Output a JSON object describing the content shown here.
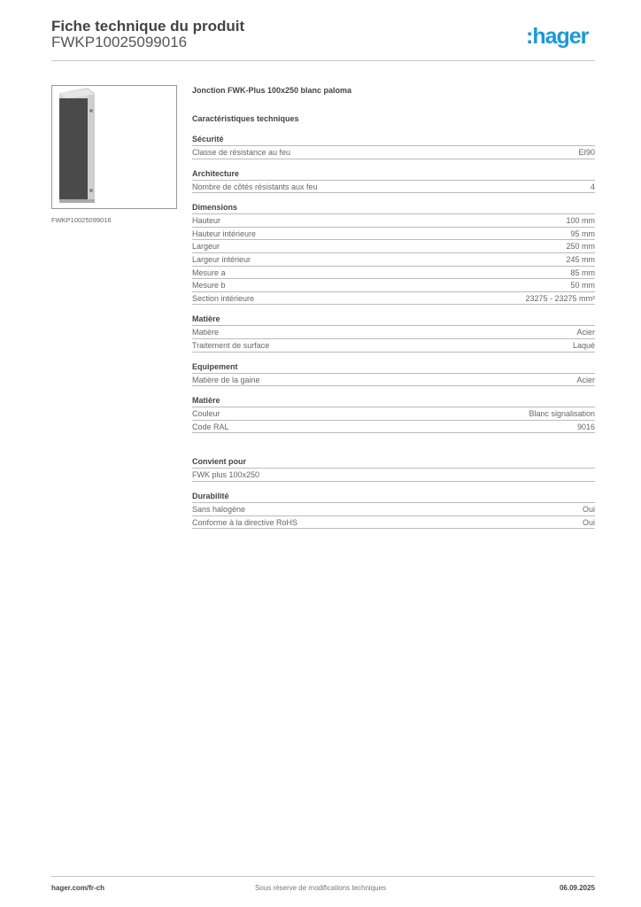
{
  "header": {
    "title": "Fiche technique du produit",
    "product_code": "FWKP10025099016",
    "logo_text": ":hager",
    "logo_color": "#1a9ad6"
  },
  "image": {
    "caption": "FWKP10025099016",
    "alt": "product-photo"
  },
  "product_name": "Jonction FWK-Plus 100x250 blanc paloma",
  "characteristics_title": "Caractéristiques techniques",
  "sections": [
    {
      "title": "Sécurité",
      "rows": [
        {
          "label": "Classe de résistance au feu",
          "value": "EI90"
        }
      ]
    },
    {
      "title": "Architecture",
      "rows": [
        {
          "label": "Nombre de côtés résistants aux feu",
          "value": "4"
        }
      ]
    },
    {
      "title": "Dimensions",
      "rows": [
        {
          "label": "Hauteur",
          "value": "100 mm"
        },
        {
          "label": "Hauteur intérieure",
          "value": "95 mm"
        },
        {
          "label": "Largeur",
          "value": "250 mm"
        },
        {
          "label": "Largeur intérieur",
          "value": "245 mm"
        },
        {
          "label": "Mesure a",
          "value": "85 mm"
        },
        {
          "label": "Mesure b",
          "value": "50 mm"
        },
        {
          "label": "Section intérieure",
          "value": "23275 - 23275 mm²"
        }
      ]
    },
    {
      "title": "Matière",
      "rows": [
        {
          "label": "Matière",
          "value": "Acier"
        },
        {
          "label": "Traitement de surface",
          "value": "Laqué"
        }
      ]
    },
    {
      "title": "Equipement",
      "rows": [
        {
          "label": "Matière de la gaine",
          "value": "Acier"
        }
      ]
    },
    {
      "title": "Matière",
      "rows": [
        {
          "label": "Couleur",
          "value": "Blanc signalisation"
        },
        {
          "label": "Code RAL",
          "value": "9016"
        }
      ]
    },
    {
      "title": "Convient pour",
      "rows": [
        {
          "label": "FWK plus 100x250",
          "value": ""
        }
      ]
    },
    {
      "title": "Durabilité",
      "rows": [
        {
          "label": "Sans halogène",
          "value": "Oui"
        },
        {
          "label": "Conforme à la directive RoHS",
          "value": "Oui"
        }
      ]
    }
  ],
  "footer": {
    "website": "hager.com/fr-ch",
    "disclaimer": "Sous réserve de modifications techniques",
    "date": "06.09.2025"
  }
}
